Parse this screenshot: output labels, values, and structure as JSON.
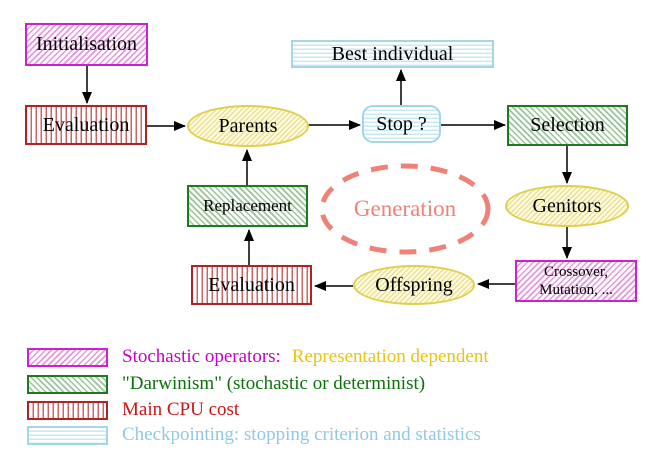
{
  "nodes": {
    "initialisation": "Initialisation",
    "evaluation_top": "Evaluation",
    "parents": "Parents",
    "best_individual": "Best individual",
    "stop": "Stop ?",
    "selection": "Selection",
    "generation": "Generation",
    "genitors": "Genitors",
    "replacement": "Replacement",
    "crossover_line1": "Crossover,",
    "crossover_line2": "Mutation, ...",
    "evaluation_bottom": "Evaluation",
    "offspring": "Offspring"
  },
  "legend": {
    "rows": [
      {
        "swatch": "magenta-hatch",
        "text": "Stochastic operators:",
        "text2": "Representation dependent"
      },
      {
        "swatch": "green-hatch",
        "text": "\"Darwinism\" (stochastic or determinist)"
      },
      {
        "swatch": "red-vertical-stripes",
        "text": "Main CPU cost"
      },
      {
        "swatch": "cyan-horizontal-stripes",
        "text": "Checkpointing: stopping criterion and statistics"
      }
    ]
  },
  "colors": {
    "magenta_border": "#cc22cc",
    "green_border": "#1e7a1e",
    "red_border": "#b32222",
    "cyan_border": "#a5d6e6",
    "yellow_border": "#ddd04e",
    "salmon": "#ef8179",
    "legend_magenta_text": "#c800c8",
    "legend_gold_text": "#e8c413",
    "legend_green_text": "#0c720c",
    "legend_red_text": "#cc1414",
    "legend_blue_text": "#90c8e8"
  }
}
